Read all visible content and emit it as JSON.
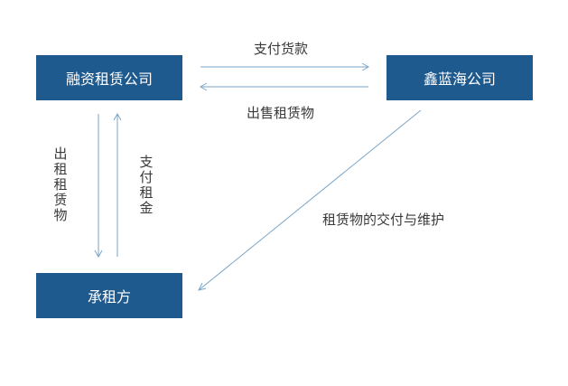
{
  "nodes": {
    "leasing_company": "融资租赁公司",
    "xinlanhai_company": "鑫蓝海公司",
    "lessee": "承租方"
  },
  "edges": {
    "pay_goods": "支付货款",
    "sell_leased": "出售租赁物",
    "lease_out": "出租租赁物",
    "pay_rent": "支付租金",
    "deliver_maintain": "租赁物的交付与维护"
  },
  "colors": {
    "box": "#1f5a8f",
    "line": "#7aa6c9",
    "text": "#3a3a3a"
  }
}
